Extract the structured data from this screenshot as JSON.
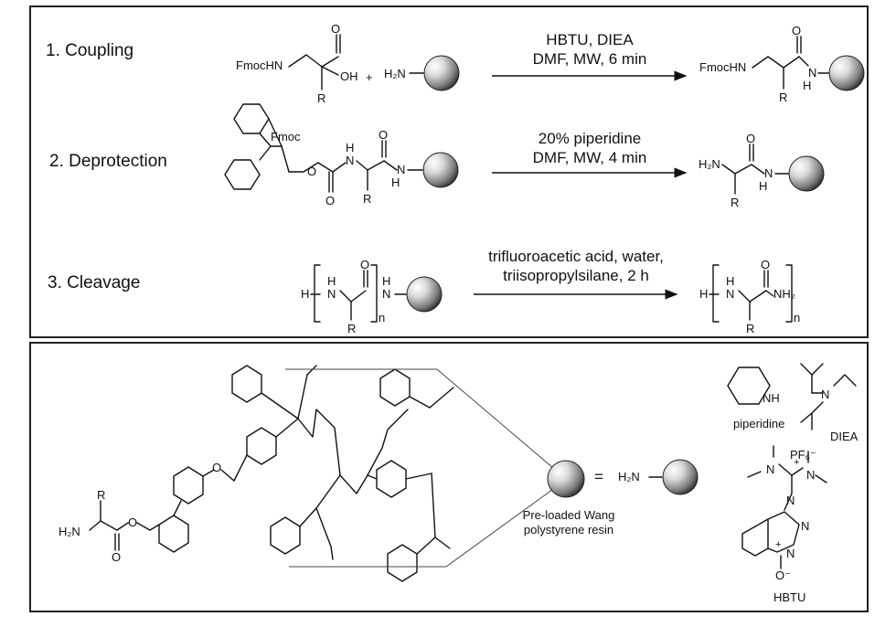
{
  "steps": {
    "coupling": {
      "label": "1. Coupling",
      "reagents_line1": "HBTU, DIEA",
      "reagents_line2": "DMF, MW, 6 min",
      "fmochn_left": "FmocHN",
      "oh": "OH",
      "plus": "+",
      "h2n": "H₂N",
      "o": "O",
      "r": "R",
      "fmochn_right": "FmocHN",
      "nh_n": "N",
      "nh_h": "H"
    },
    "deprotection": {
      "label": "2. Deprotection",
      "reagents_line1": "20% piperidine",
      "reagents_line2": "DMF, MW, 4 min",
      "fmoc": "Fmoc",
      "h2n": "H₂N"
    },
    "cleavage": {
      "label": "3. Cleavage",
      "reagents_line1": "trifluoroacetic acid, water,",
      "reagents_line2": "triisopropylsilane, 2 h",
      "n": "n",
      "nh2": "NH₂"
    }
  },
  "resin": {
    "equals": "=",
    "h2n": "H₂N",
    "caption_line1": "Pre-loaded Wang",
    "caption_line2": "polystyrene resin",
    "linker_h2n": "H₂N",
    "r": "R",
    "o": "O"
  },
  "reagents": {
    "piperidine_nh": "NH",
    "piperidine_name": "piperidine",
    "diea_n": "N",
    "diea_name": "DIEA",
    "hbtu_pf6": "PF₆⁻",
    "hbtu_name": "HBTU",
    "hbtu_n": "N",
    "hbtu_plus": "+",
    "hbtu_ominus": "O⁻"
  }
}
